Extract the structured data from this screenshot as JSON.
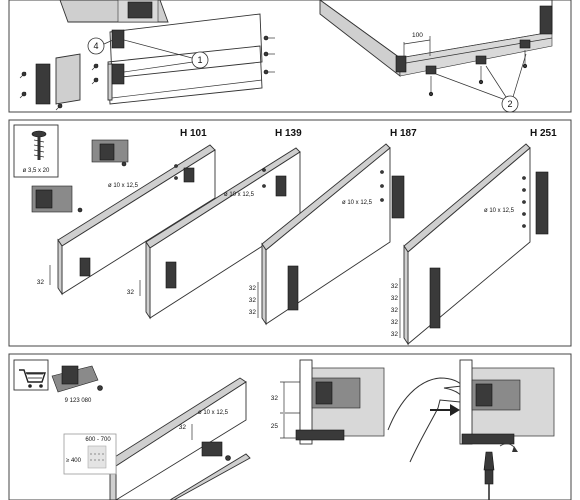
{
  "top_section": {
    "callouts": [
      "1",
      "2",
      "4"
    ],
    "dimension_100": "100"
  },
  "screw_box": {
    "label": "ø 3,5 x 20"
  },
  "variants": [
    {
      "title": "H 101",
      "bore": "ø 10 x 12,5",
      "dims": [
        "32"
      ]
    },
    {
      "title": "H 139",
      "bore": "ø 10 x 12,5",
      "dims": [
        "32"
      ]
    },
    {
      "title": "H 187",
      "bore": "ø 10 x 12,5",
      "dims": [
        "32",
        "32",
        "32"
      ]
    },
    {
      "title": "H 251",
      "bore": "ø 10 x 12,5",
      "dims": [
        "32",
        "32",
        "32",
        "32",
        "32"
      ]
    }
  ],
  "bottom_section": {
    "part_number": "9 123 080",
    "bore": "ø 10 x 12,5",
    "bore_dim": "32",
    "range_label": "600 - 700",
    "min_label": "≥ 400",
    "dim_top": "32",
    "dim_bottom": "25"
  },
  "icons": [
    "shopping-cart-icon",
    "screw-icon",
    "screwdriver-icon",
    "hand-icon",
    "arrow-right-icon"
  ]
}
